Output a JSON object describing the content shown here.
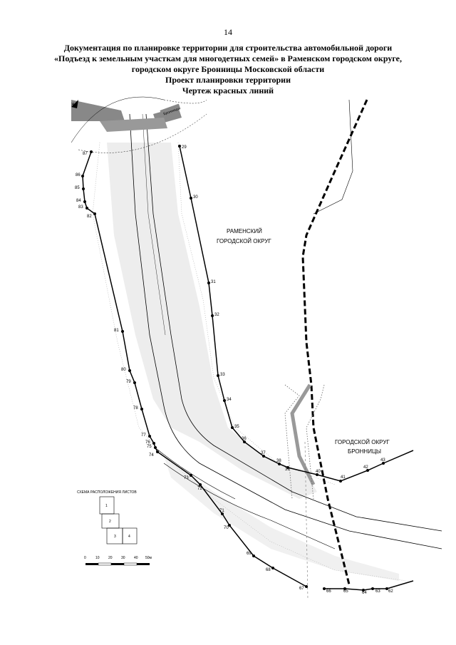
{
  "page_number": "14",
  "title": {
    "line1": "Документация по планировке территории для строительства автомобильной дороги",
    "line2": "«Подъезд к земельным участкам для многодетных семей» в Раменском городском округе,",
    "line3": "городском округе Бронницы Московской области",
    "line4": "Проект планировки территории",
    "line5": "Чертеж красных линий"
  },
  "regions": {
    "ramensky_line1": "РАМЕНСКИЙ",
    "ramensky_line2": "ГОРОДСКОЙ ОКРУГ",
    "bronnitsy_line1": "ГОРОДСКОЙ ОКРУГ",
    "bronnitsy_line2": "БРОННИЦЫ"
  },
  "road_label": "Бронницы",
  "north_label": "Ж",
  "sheet_scheme": {
    "title": "СХЕМА РАСПОЛОЖЕНИЯ ЛИСТОВ",
    "sheets": [
      "1",
      "2",
      "3",
      "4"
    ]
  },
  "scale_bar": {
    "ticks": [
      "0",
      "10",
      "20",
      "30",
      "40",
      "50м"
    ]
  },
  "red_line_west": [
    "87",
    "86",
    "85",
    "84",
    "83",
    "82",
    "81",
    "80",
    "79",
    "78",
    "77",
    "76",
    "75",
    "74",
    "73",
    "72",
    "71",
    "70",
    "69",
    "68",
    "67"
  ],
  "red_line_east": [
    "29",
    "30",
    "31",
    "32",
    "33",
    "34",
    "35",
    "36",
    "37",
    "38",
    "39",
    "40",
    "41",
    "42",
    "43"
  ],
  "red_line_south": [
    "66",
    "65",
    "64",
    "63",
    "62"
  ]
}
